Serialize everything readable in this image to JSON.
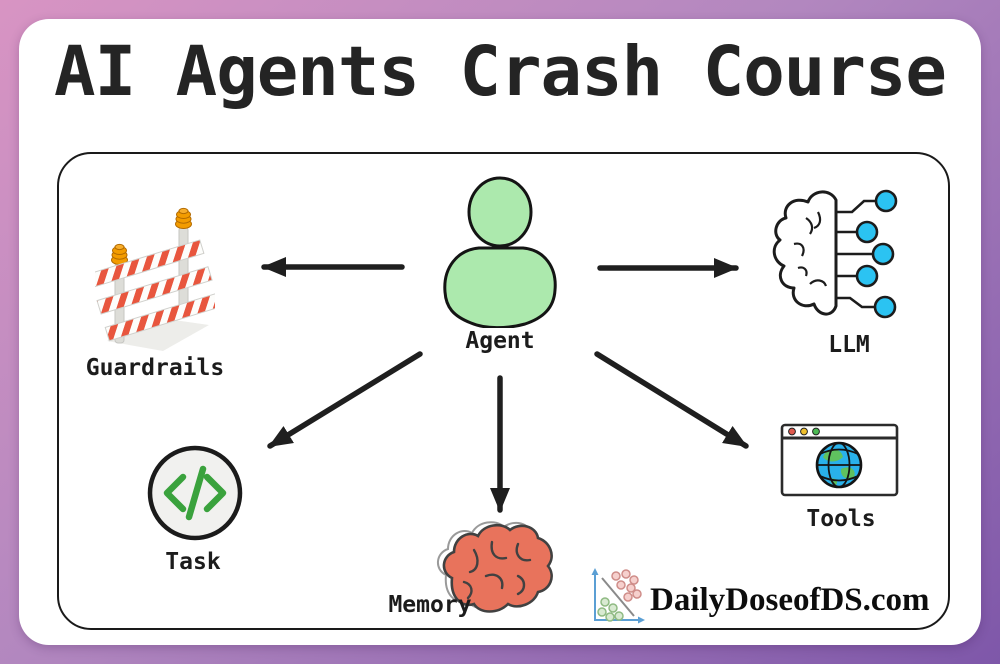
{
  "title": "AI Agents Crash Course",
  "nodes": {
    "agent": {
      "label": "Agent",
      "icon": "person-icon"
    },
    "guardrails": {
      "label": "Guardrails",
      "icon": "barrier-icon"
    },
    "llm": {
      "label": "LLM",
      "icon": "brain-circuit-icon"
    },
    "task": {
      "label": "Task",
      "icon": "code-icon"
    },
    "memory": {
      "label": "Memory",
      "icon": "brain-icon"
    },
    "tools": {
      "label": "Tools",
      "icon": "browser-globe-icon"
    }
  },
  "edges": [
    {
      "from": "agent",
      "to": "guardrails"
    },
    {
      "from": "agent",
      "to": "llm"
    },
    {
      "from": "agent",
      "to": "task"
    },
    {
      "from": "agent",
      "to": "memory"
    },
    {
      "from": "agent",
      "to": "tools"
    }
  ],
  "branding": {
    "text": "DailyDoseofDS.com",
    "icon": "scatter-plot-icon"
  },
  "colors": {
    "background_top": "#d894c3",
    "background_bottom": "#7e57a9",
    "ink": "#1c1c1c",
    "agent_green": "#ace9ad",
    "llm_node_cyan": "#2bc3f2",
    "task_code_green": "#3aa23d",
    "memory_brain_red": "#e8735c",
    "guardrail_red": "#e8563e",
    "lamp_orange": "#f39c00",
    "globe_blue": "#29b1ea",
    "continent_green": "#5fc15f",
    "logo_axis_blue": "#5b9fd4"
  }
}
